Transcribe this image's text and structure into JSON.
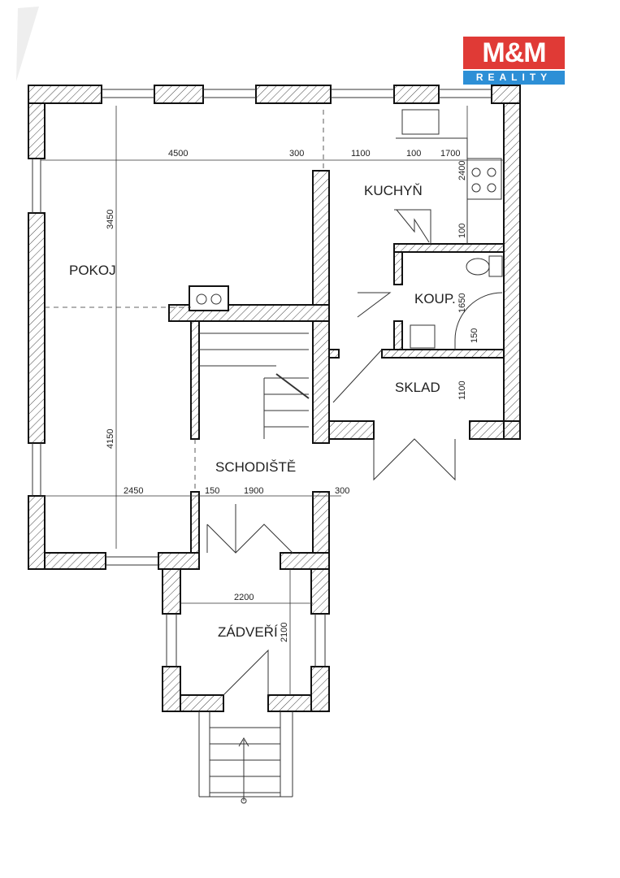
{
  "logo": {
    "brand": "M&M",
    "sub": "REALITY",
    "colors": {
      "red": "#e03a36",
      "blue": "#2d8fd6"
    }
  },
  "rooms": {
    "pokoj": "POKOJ",
    "kuchyn": "KUCHYŇ",
    "koupelna": "KOUP.",
    "sklad": "SKLAD",
    "schodiste": "SCHODIŠTĚ",
    "zadveri": "ZÁDVEŘÍ"
  },
  "dimensions": {
    "top_4500": "4500",
    "top_300": "300",
    "top_1100": "1100",
    "top_100": "100",
    "top_1700": "1700",
    "pokoj_3450": "3450",
    "pokoj_4150": "4150",
    "kitchen_2400": "2400",
    "kitchen_100": "100",
    "bath_1650": "1650",
    "bath_150": "150",
    "sklad_1100": "1100",
    "bottom_2450": "2450",
    "bottom_150": "150",
    "bottom_1900": "1900",
    "bottom_300": "300",
    "zadveri_2200": "2200",
    "zadveri_2100": "2100"
  }
}
